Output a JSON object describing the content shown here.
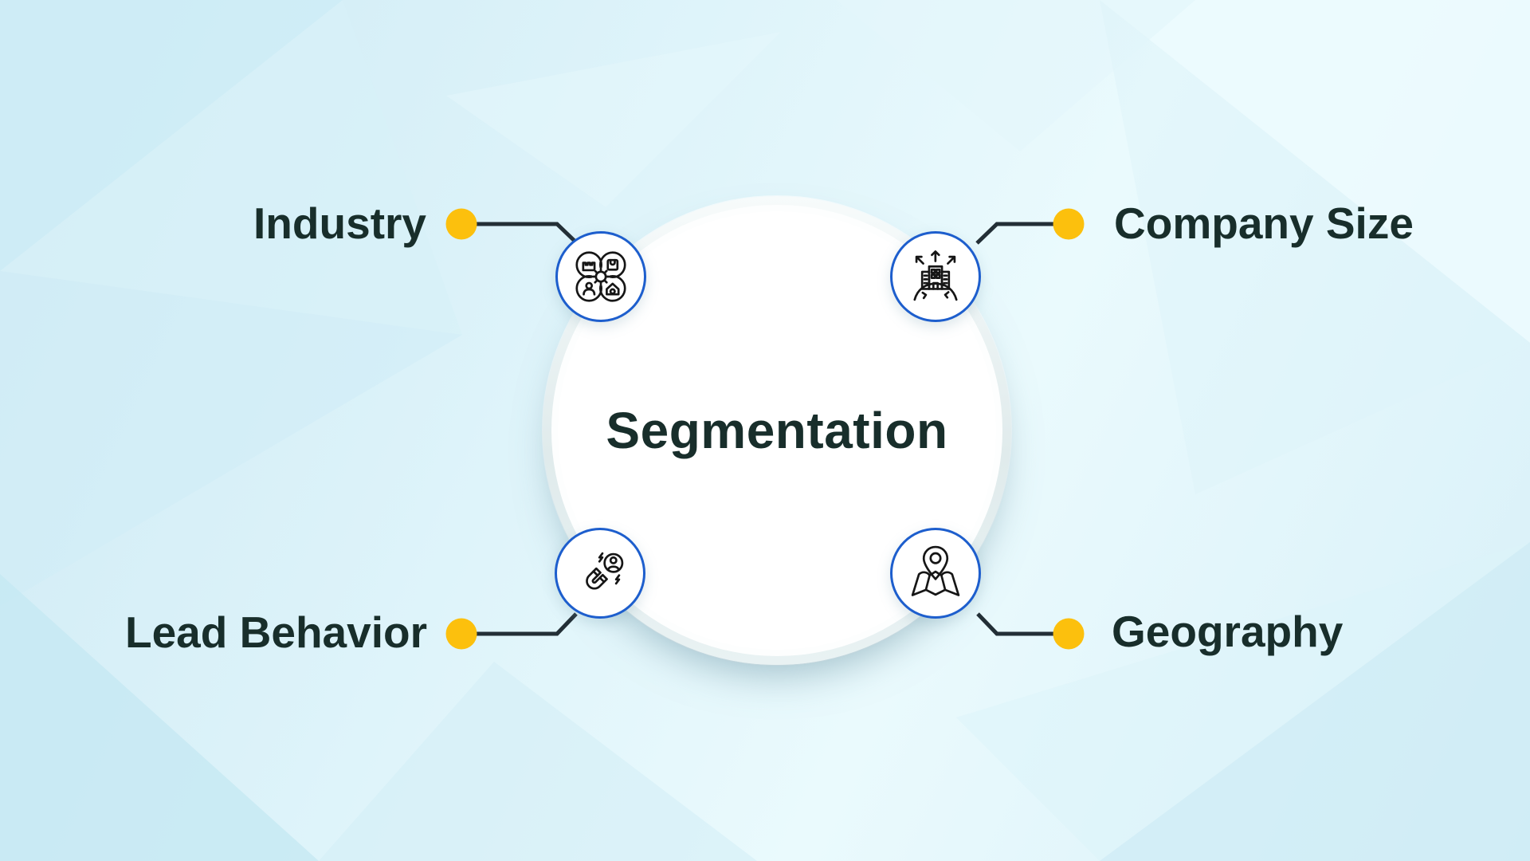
{
  "title": "Segmentation",
  "nodes": [
    {
      "id": "industry",
      "label": "Industry",
      "icon": "industry-categories-icon",
      "position": "top-left"
    },
    {
      "id": "company-size",
      "label": "Company Size",
      "icon": "company-growth-building-icon",
      "position": "top-right"
    },
    {
      "id": "lead-behavior",
      "label": "Lead Behavior",
      "icon": "lead-magnet-icon",
      "position": "bottom-left"
    },
    {
      "id": "geography",
      "label": "Geography",
      "icon": "map-location-pin-icon",
      "position": "bottom-right"
    }
  ],
  "colors": {
    "background": "#dbf2f9",
    "hub_fill": "#ffffff",
    "node_border": "#1d5ecd",
    "connector_line": "#232f36",
    "bullet_dot": "#fcc00d",
    "label_text": "#182e2b"
  }
}
